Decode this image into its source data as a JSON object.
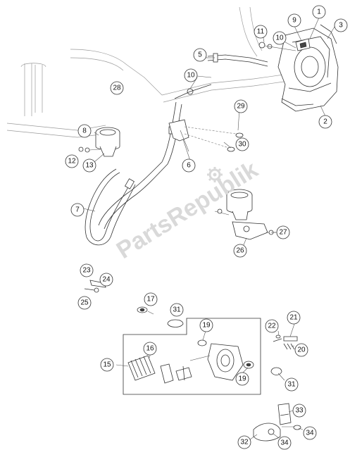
{
  "watermark": {
    "text": "PartsRepublik"
  },
  "callouts": [
    {
      "id": "c1",
      "label": "1"
    },
    {
      "id": "c2",
      "label": "2"
    },
    {
      "id": "c3",
      "label": "3"
    },
    {
      "id": "c5",
      "label": "5"
    },
    {
      "id": "c6",
      "label": "6"
    },
    {
      "id": "c7",
      "label": "7"
    },
    {
      "id": "c8",
      "label": "8"
    },
    {
      "id": "c9",
      "label": "9"
    },
    {
      "id": "c10a",
      "label": "10"
    },
    {
      "id": "c10b",
      "label": "10"
    },
    {
      "id": "c11",
      "label": "11"
    },
    {
      "id": "c12",
      "label": "12"
    },
    {
      "id": "c13",
      "label": "13"
    },
    {
      "id": "c15",
      "label": "15"
    },
    {
      "id": "c16",
      "label": "16"
    },
    {
      "id": "c17",
      "label": "17"
    },
    {
      "id": "c19a",
      "label": "19"
    },
    {
      "id": "c19b",
      "label": "19"
    },
    {
      "id": "c20",
      "label": "20"
    },
    {
      "id": "c21",
      "label": "21"
    },
    {
      "id": "c22",
      "label": "22"
    },
    {
      "id": "c23",
      "label": "23"
    },
    {
      "id": "c24",
      "label": "24"
    },
    {
      "id": "c25",
      "label": "25"
    },
    {
      "id": "c26",
      "label": "26"
    },
    {
      "id": "c27",
      "label": "27"
    },
    {
      "id": "c28",
      "label": "28"
    },
    {
      "id": "c29",
      "label": "29"
    },
    {
      "id": "c30",
      "label": "30"
    },
    {
      "id": "c31a",
      "label": "31"
    },
    {
      "id": "c31b",
      "label": "31"
    },
    {
      "id": "c32",
      "label": "32"
    },
    {
      "id": "c33",
      "label": "33"
    },
    {
      "id": "c34a",
      "label": "34"
    },
    {
      "id": "c34b",
      "label": "34"
    }
  ]
}
